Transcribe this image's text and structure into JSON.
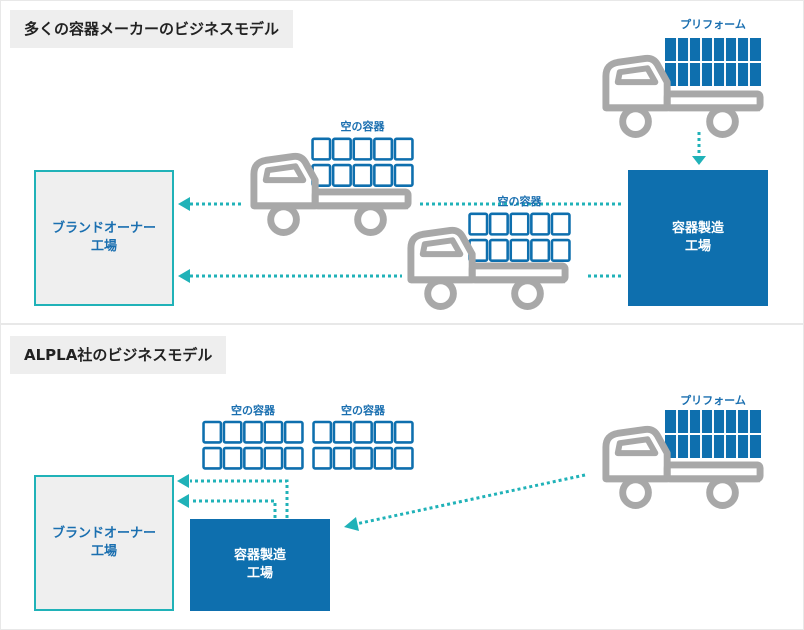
{
  "sections": [
    {
      "title": "多くの容器メーカーのビジネスモデル",
      "brand_owner": "ブランドオーナー\n工場",
      "factory": "容器製造\n工場",
      "preform_label": "プリフォーム",
      "empty_container_label_1": "空の容器",
      "empty_container_label_2": "空の容器"
    },
    {
      "title": "ALPLA社のビジネスモデル",
      "brand_owner": "ブランドオーナー\n工場",
      "factory": "容器製造\n工場",
      "preform_label": "プリフォーム",
      "empty_container_label_1": "空の容器",
      "empty_container_label_2": "空の容器"
    }
  ],
  "colors": {
    "brand_border": "#20b2b8",
    "factory_fill": "#0e6fae",
    "label_text": "#1a6fb0",
    "arrow": "#20b2b8",
    "truck": "#a8a8a8",
    "cargo_fill": "#0e6fae"
  },
  "icons": [
    "truck-icon",
    "container-grid-icon",
    "arrow-left-icon",
    "arrow-down-icon"
  ]
}
